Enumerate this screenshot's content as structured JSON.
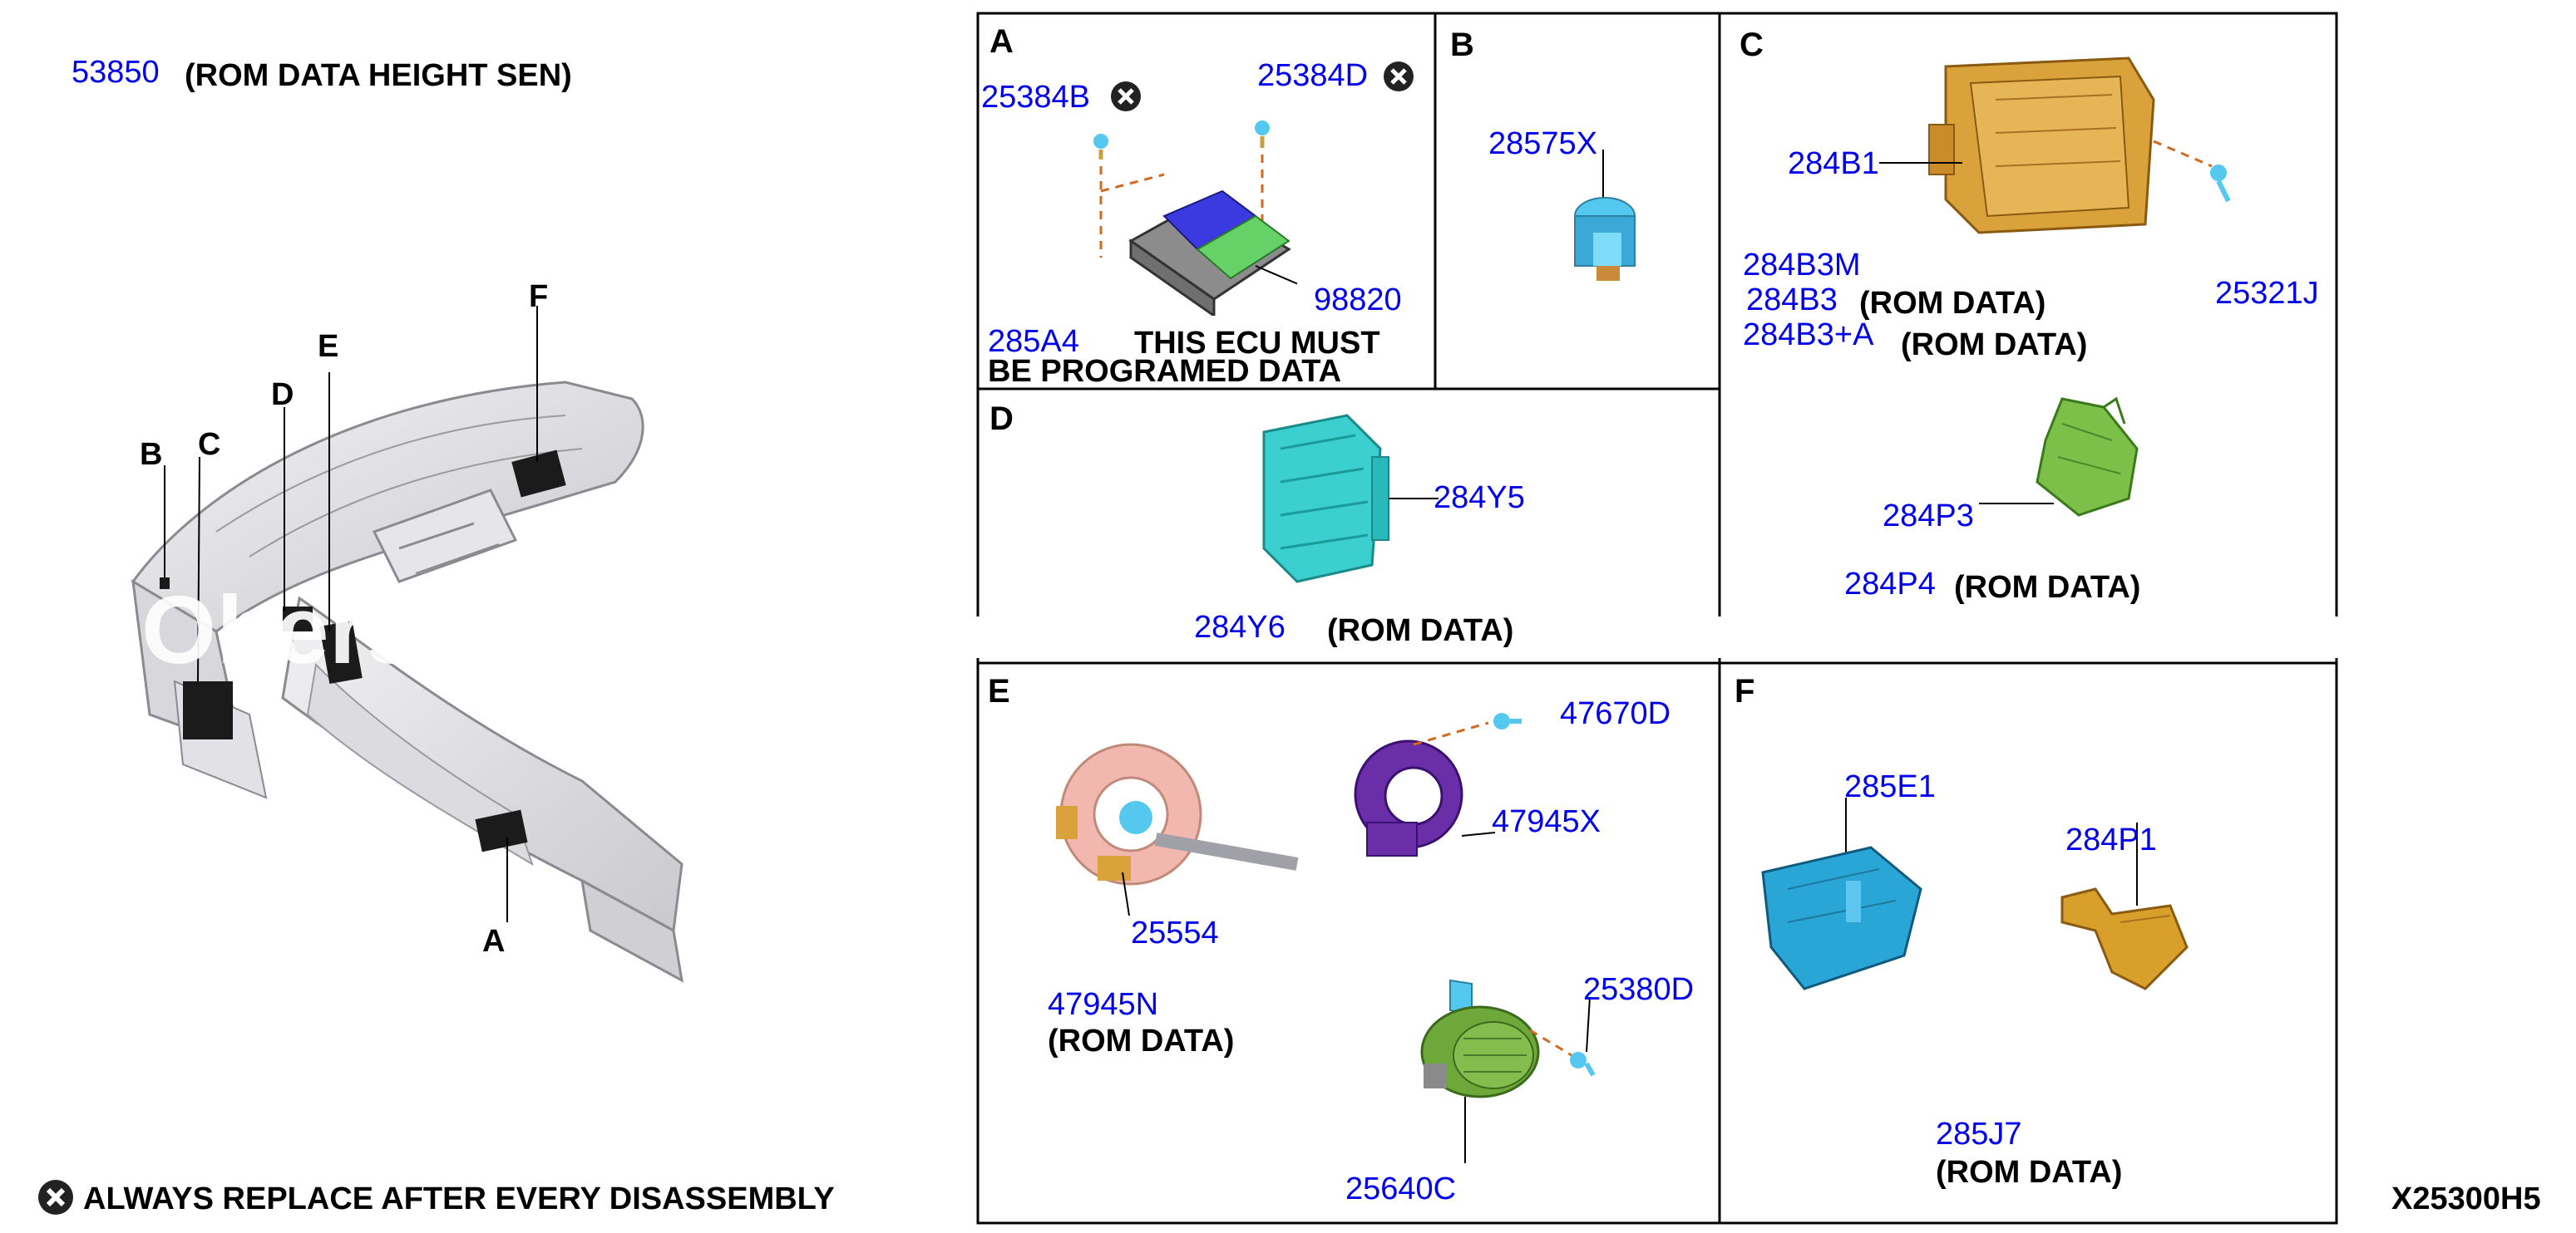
{
  "header": {
    "part_no": "53850",
    "part_note": "(ROM DATA HEIGHT SEN)"
  },
  "overview": {
    "letters": {
      "A": "A",
      "B": "B",
      "C": "C",
      "D": "D",
      "E": "E",
      "F": "F"
    },
    "watermark": "Ohers M"
  },
  "sections": {
    "A": {
      "letter": "A",
      "parts": {
        "p1": "25384B",
        "p2": "25384D",
        "p3": "98820",
        "p4": "285A4"
      },
      "note_line1": "THIS ECU MUST",
      "note_line2": "BE PROGRAMED DATA"
    },
    "B": {
      "letter": "B",
      "parts": {
        "p1": "28575X"
      }
    },
    "C": {
      "letter": "C",
      "parts": {
        "p1": "284B1",
        "p2": "284B3M",
        "p3": "284B3",
        "p4": "284B3+A",
        "p5": "25321J",
        "p6": "284P3",
        "p7": "284P4"
      },
      "rom1": "(ROM DATA)",
      "rom2": "(ROM DATA)",
      "rom3": "(ROM DATA)"
    },
    "D": {
      "letter": "D",
      "parts": {
        "p1": "284Y5",
        "p2": "284Y6"
      },
      "rom": "(ROM DATA)"
    },
    "E": {
      "letter": "E",
      "parts": {
        "p1": "47670D",
        "p2": "47945X",
        "p3": "25554",
        "p4": "47945N",
        "p5": "25380D",
        "p6": "25640C"
      },
      "rom": "(ROM DATA)"
    },
    "F": {
      "letter": "F",
      "parts": {
        "p1": "285E1",
        "p2": "284P1",
        "p3": "285J7"
      },
      "rom": "(ROM DATA)"
    }
  },
  "footer": {
    "legend_text": "ALWAYS REPLACE AFTER EVERY DISASSEMBLY",
    "diagram_code": "X25300H5"
  },
  "colors": {
    "part_number": "#0000ee",
    "frame": "#000000",
    "ecu_blue": "#3a3ae0",
    "ecu_green": "#66d166",
    "module_tan": "#d9a23a",
    "module_cyan": "#3ccfd0",
    "clockspring_purple": "#6a2fa8",
    "sensor_green": "#6fa83a",
    "bracket_green": "#7cc04a",
    "module_teal": "#2aa6d6",
    "bracket_gold": "#d8a02a",
    "fastener_blue": "#55c8f0"
  },
  "icons": {
    "replace_marker": "x-circle-icon"
  }
}
